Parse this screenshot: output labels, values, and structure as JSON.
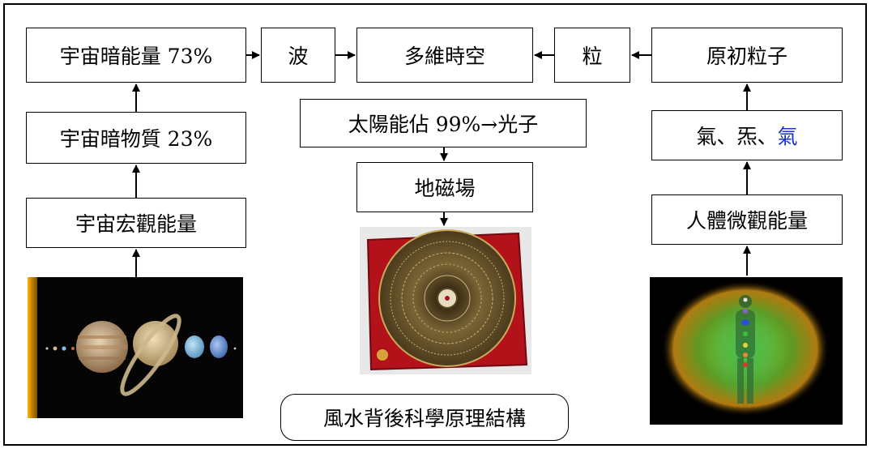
{
  "left_column": {
    "dark_energy": "宇宙暗能量 73%",
    "dark_matter": "宇宙暗物質 23%",
    "macro_energy": "宇宙宏觀能量"
  },
  "center_column": {
    "wave": "波",
    "multidim": "多維時空",
    "particle": "粒",
    "solar": "太陽能佔 99%→光子",
    "geomagnetic": "地磁場"
  },
  "right_column": {
    "primordial": "原初粒子",
    "qi_prefix": "氣、炁、",
    "qi_variant": "氣",
    "micro_energy": "人體微觀能量"
  },
  "caption": "風水背後科學原理結構",
  "images": {
    "left": "solar-system-planets",
    "center": "feng-shui-compass-luopan",
    "right": "human-body-aura-chakras"
  },
  "colors": {
    "line": "#000000",
    "accent_blue": "#1c2fd8",
    "compass_board": "#b3121a",
    "compass_disc": "#6f5a2c"
  }
}
